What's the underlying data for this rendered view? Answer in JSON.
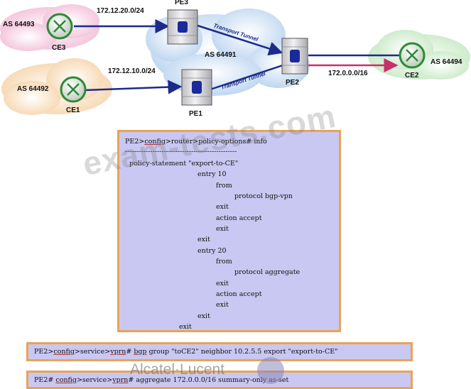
{
  "diagram": {
    "as_ce3": "AS 64493",
    "as_ce1": "AS 64492",
    "as_core": "AS 64491",
    "as_ce2": "AS 64494",
    "ce3": "CE3",
    "ce1": "CE1",
    "ce2": "CE2",
    "pe1": "PE1",
    "pe2": "PE2",
    "pe3": "PE3",
    "net_ce3": "172.12.20.0/24",
    "net_ce1": "172.12.10.0/24",
    "net_ce2": "172.0.0.0/16",
    "tunnel_upper": "Transport Tunnel",
    "tunnel_lower": "Transport Tunnel"
  },
  "cli_policy": {
    "prompt_prefix": "PE2>",
    "prompt_config": "config",
    "prompt_rest": ">router>policy-options# info",
    "separator": "-------------------------------------------------",
    "lines": {
      "l1": "policy-statement \"export-to-CE\"",
      "l2": "entry 10",
      "l3": "from",
      "l4": "protocol bgp-vpn",
      "l5": "exit",
      "l6": "action accept",
      "l7": "exit",
      "l8": "exit",
      "l9": "entry 20",
      "l10": "from",
      "l11": "protocol aggregate",
      "l12": "exit",
      "l13": "action accept",
      "l14": "exit",
      "l15": "exit",
      "l16": "exit"
    }
  },
  "cli_bgp": {
    "p1": "PE2>",
    "p2": "config",
    "p3": ">service>",
    "p4": "vprn",
    "p5": "# ",
    "p6": "bgp",
    "p7": " group \"toCE2\" neighbor 10.2.5.5 export \"export-to-CE\""
  },
  "cli_aggregate": {
    "p1": "PE2# ",
    "p2": "config",
    "p3": ">service>",
    "p4": "vprn",
    "p5": "# aggregate 172.0.0.0/16 summary-only as-set"
  },
  "watermark": "exam-tests.com",
  "brand": "Alcatel·Lucent",
  "colors": {
    "cli_bg": "#c9c8f2",
    "cli_border": "#e8a455",
    "arrow_blue": "#1c2a8c",
    "arrow_red": "#c8306a",
    "cloud_blue": "#bcd6f2",
    "cloud_pink": "#f5c8de",
    "cloud_orange": "#f8dcb8",
    "cloud_green": "#cfeccc",
    "router_green": "#2e8a3a"
  }
}
